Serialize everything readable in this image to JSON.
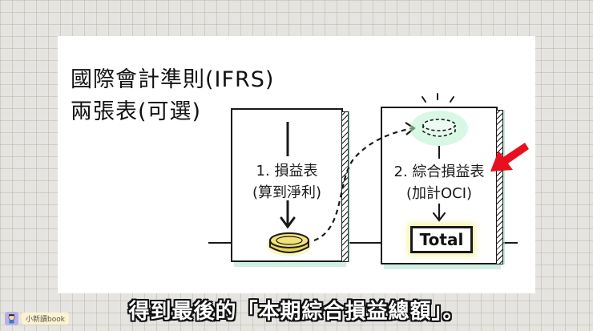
{
  "slide": {
    "title_lines": [
      "國際會計準則(IFRS)",
      "兩張表(可選)"
    ],
    "sheet1": {
      "line1": "1. 損益表",
      "line2": "(算到淨利)",
      "icon": "gold-coin-icon"
    },
    "sheet2": {
      "line1": "2. 綜合損益表",
      "line2": "(加計OCI)",
      "total_label": "Total",
      "icon": "dashed-glowing-coin-icon"
    },
    "pointer": "red-arrow-icon",
    "colors": {
      "background": "#e6e4e0",
      "panel": "#ffffff",
      "ink": "#1a1a1a",
      "coin": "#f2e27a",
      "glow": "#a8f0c8",
      "highlight_arrow": "#e8101e",
      "shadow_mint": "#96dcbe"
    }
  },
  "subtitle": {
    "text": "得到最後的「本期綜合損益總額」。"
  },
  "watermark": {
    "channel_name": "小新讀book"
  }
}
